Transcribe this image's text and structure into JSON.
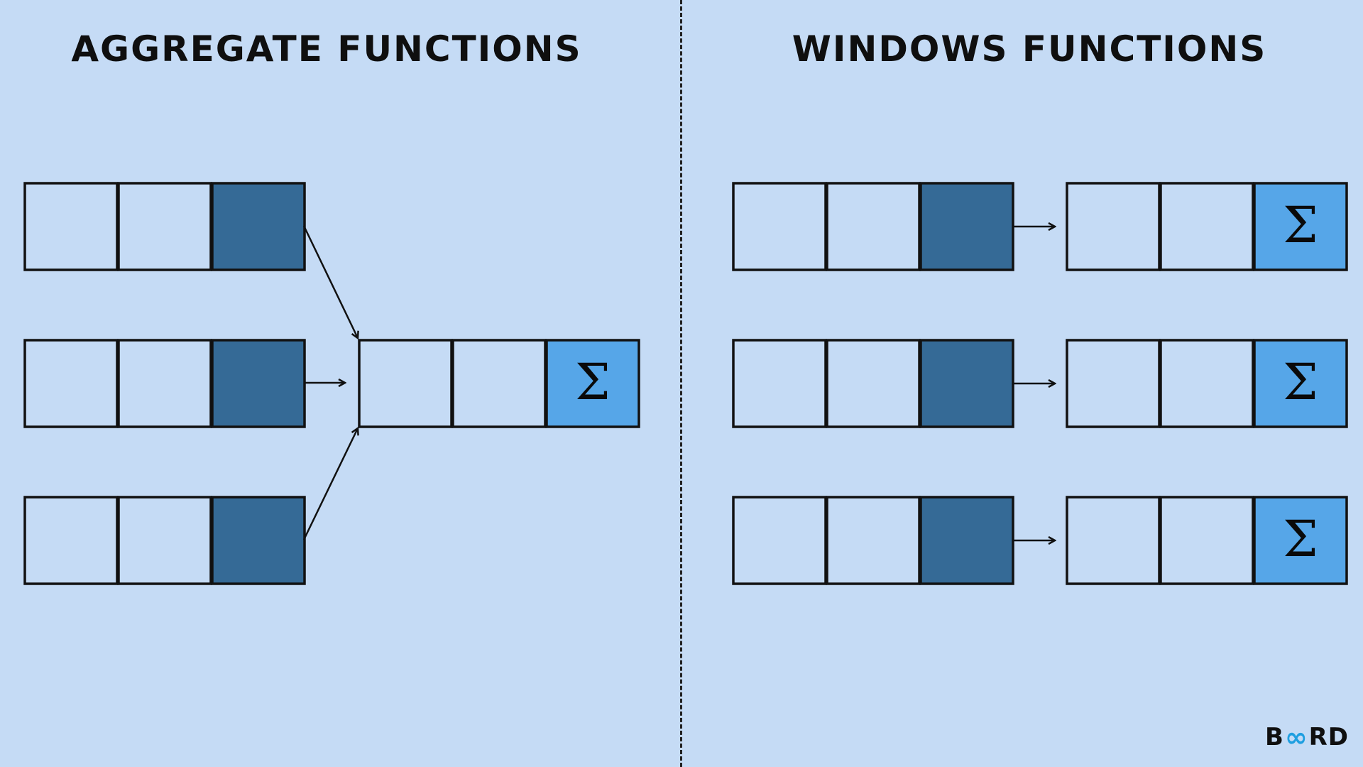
{
  "left_title": "AGGREGATE FUNCTIONS",
  "right_title": "WINDOWS FUNCTIONS",
  "sigma": "Σ",
  "logo": {
    "before": "B",
    "mark": "∞",
    "after": "RD"
  },
  "colors": {
    "background": "#c5dbf5",
    "cell_empty": "#c5dbf5",
    "cell_dark": "#356a96",
    "cell_result": "#56a6e8",
    "stroke": "#111111"
  },
  "aggregate": {
    "input_rows": 3,
    "cells_per_row": 3,
    "output_rows": 1
  },
  "window": {
    "input_rows": 3,
    "cells_per_row": 3,
    "output_rows": 3
  }
}
